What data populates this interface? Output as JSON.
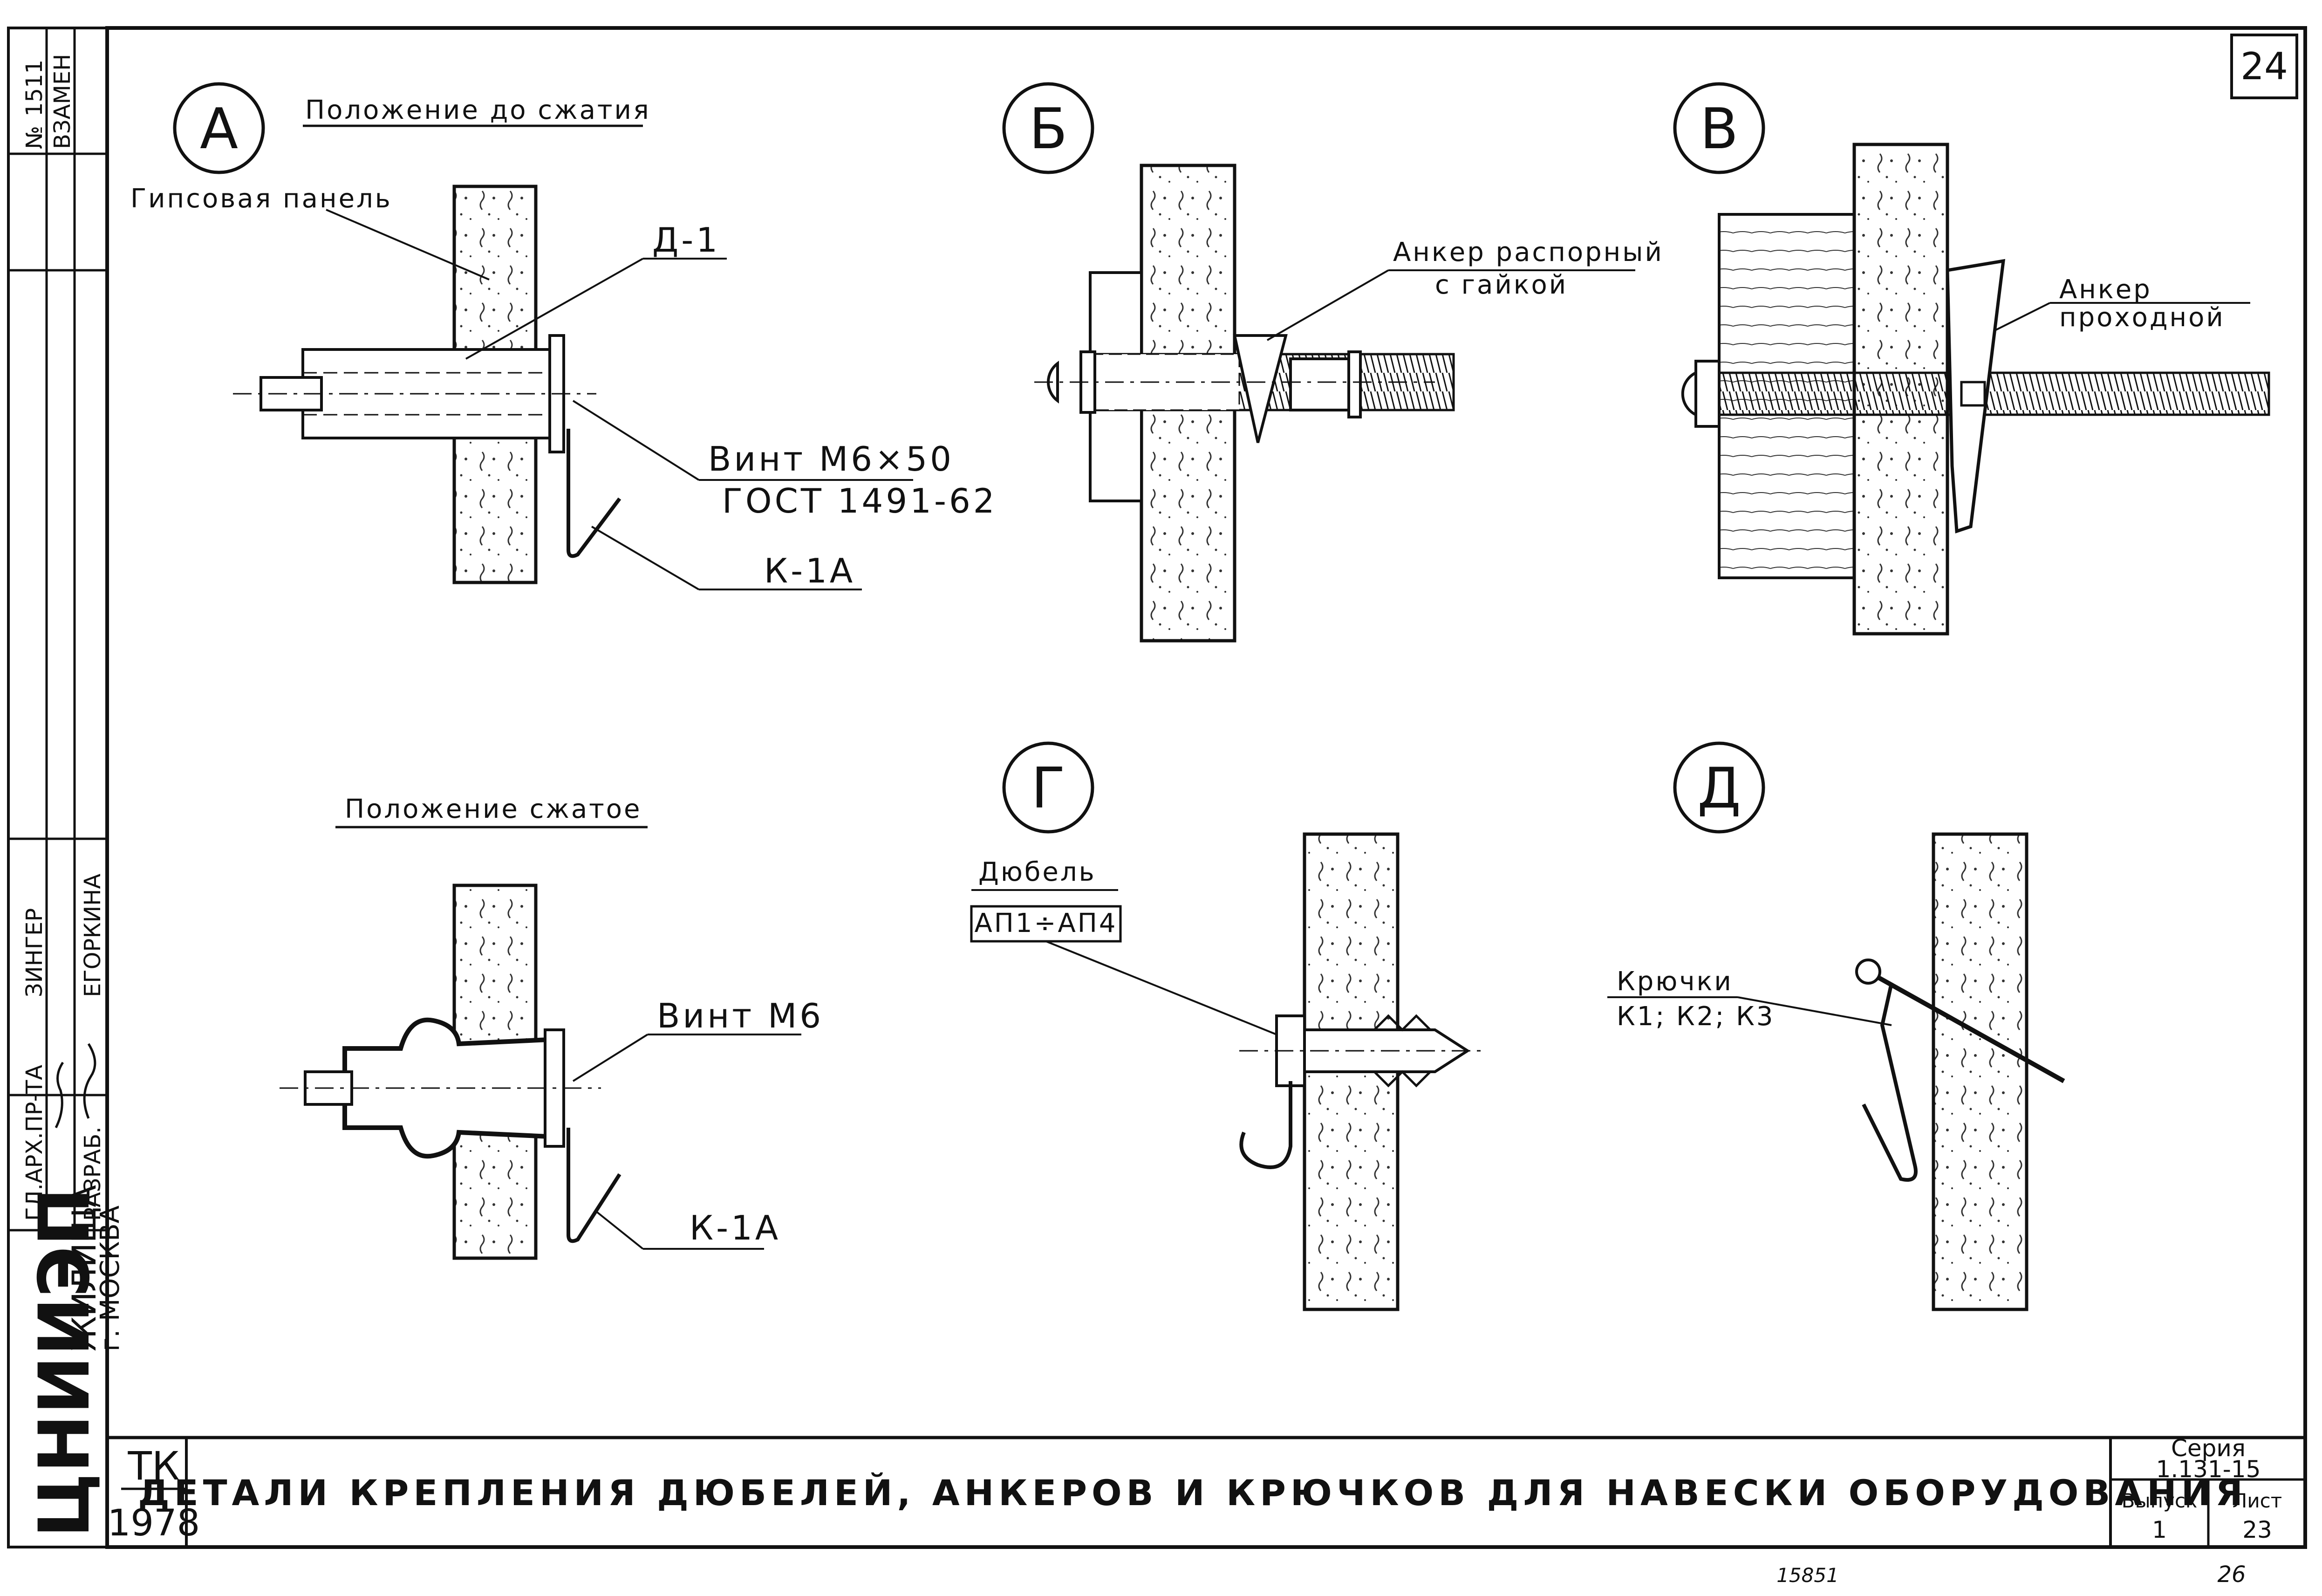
{
  "sheet_number": "24",
  "page_footer_number": "26",
  "bottom_stamp": "15851",
  "title_block": {
    "title": "ДЕТАЛИ КРЕПЛЕНИЯ ДЮБЕЛЕЙ, АНКЕРОВ И КРЮЧКОВ ДЛЯ НАВЕСКИ ОБОРУДОВАНИЯ",
    "tk": "ТК",
    "year": "1978",
    "org_logo": "ЦНИИЭП",
    "org_name": "ЖИЛИЩА",
    "org_city": "г. МОСКВА",
    "series_label": "Серия",
    "series_value": "1.131-15",
    "issue_label": "Выпуск",
    "issue_value": "1",
    "sheet_label": "Лист",
    "sheet_value": "23"
  },
  "side_stamp": {
    "num_label": "№",
    "num_value": "1511",
    "vzamen": "ВЗАМЕН",
    "rows": [
      {
        "role": "ГЛ.АРХ.ПР-ТА",
        "name": "ЗИНГЕР"
      },
      {
        "role": "РАЗРАБ.",
        "name": "ЕГОРКИНА"
      }
    ]
  },
  "details": {
    "a": {
      "letter": "А",
      "heading_before": "Положение до сжатия",
      "heading_after": "Положение сжатое",
      "labels": {
        "panel": "Гипсовая панель",
        "dowel": "Д-1",
        "screw_1": "Винт М6×50",
        "screw_2": "ГОСТ 1491-62",
        "hook": "К-1А",
        "screw_m6": "Винт М6",
        "hook_2": "К-1А"
      }
    },
    "b": {
      "letter": "Б",
      "labels": {
        "anchor_1": "Анкер распорный",
        "anchor_2": "с гайкой"
      }
    },
    "v": {
      "letter": "В",
      "labels": {
        "anchor_1": "Анкер",
        "anchor_2": "проходной"
      }
    },
    "g": {
      "letter": "Г",
      "labels": {
        "dowel": "Дюбель",
        "dowel_range": "АП1÷АП4"
      }
    },
    "d": {
      "letter": "Д",
      "labels": {
        "hooks": "Крючки",
        "hook_types": "К1; К2; К3"
      }
    }
  }
}
